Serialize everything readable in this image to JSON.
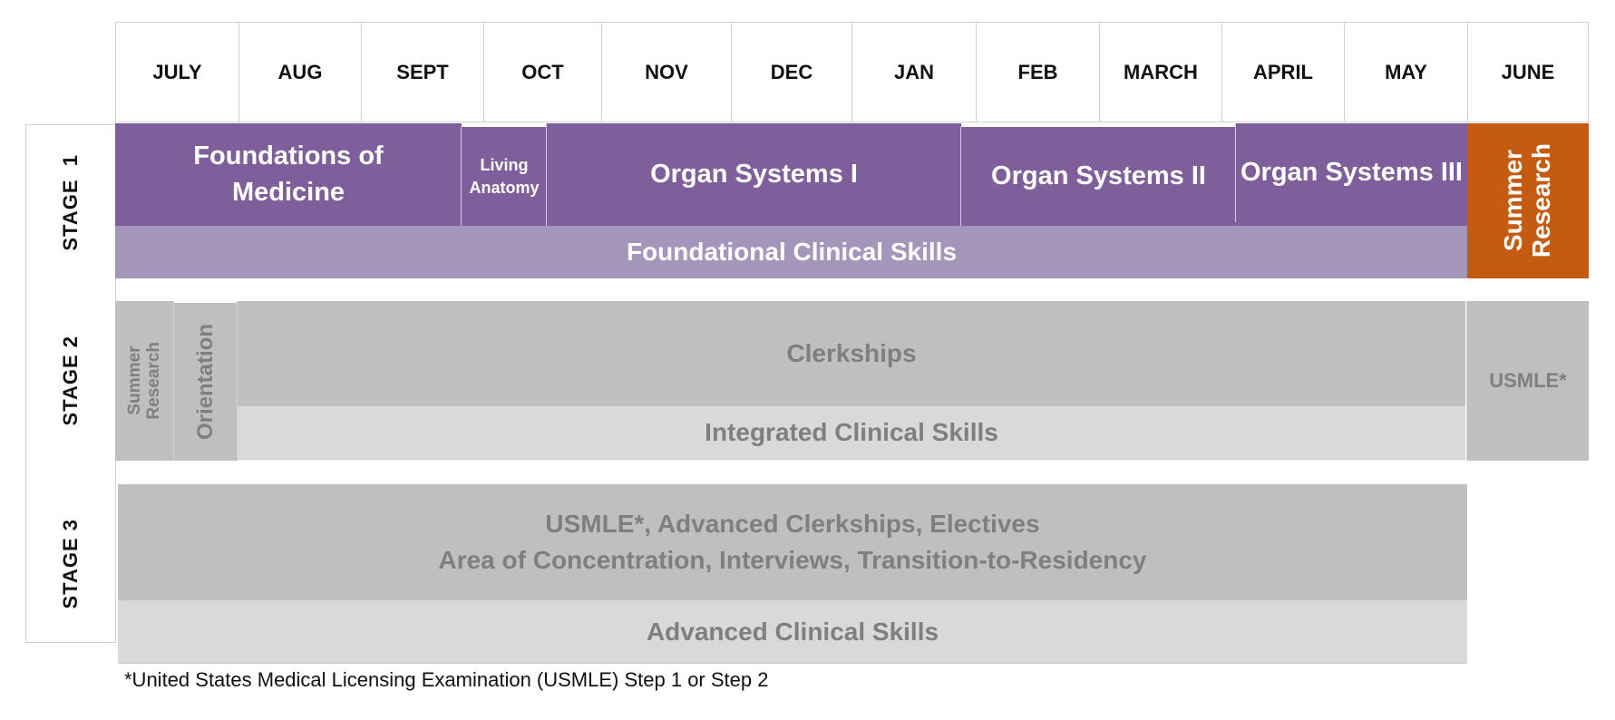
{
  "header": {
    "months": [
      "JULY",
      "AUG",
      "SEPT",
      "OCT",
      "NOV",
      "DEC",
      "JAN",
      "FEB",
      "MARCH",
      "APRIL",
      "MAY",
      "JUNE"
    ]
  },
  "stages": {
    "stage1": {
      "label": "STAGE  1",
      "blocks": {
        "foundations_line1": "Foundations of",
        "foundations_line2": "Medicine",
        "living_anatomy_line1": "Living",
        "living_anatomy_line2": "Anatomy",
        "organ_systems_1": "Organ Systems I",
        "organ_systems_2": "Organ Systems II",
        "organ_systems_3": "Organ Systems III",
        "foundational_clinical_skills": "Foundational Clinical Skills",
        "summer_research_line1": "Summer",
        "summer_research_line2": "Research"
      }
    },
    "stage2": {
      "label": "STAGE 2",
      "blocks": {
        "summer_research_line1": "Summer",
        "summer_research_line2": "Research",
        "orientation": "Orientation",
        "clerkships": "Clerkships",
        "integrated_clinical_skills": "Integrated Clinical Skills",
        "usmle": "USMLE*"
      }
    },
    "stage3": {
      "label": "STAGE 3",
      "blocks": {
        "line1": "USMLE*, Advanced Clerkships, Electives",
        "line2": "Area of Concentration, Interviews, Transition-to-Residency",
        "advanced_clinical_skills": "Advanced Clinical Skills"
      }
    }
  },
  "footnote": "*United States Medical Licensing Examination (USMLE) Step 1 or Step 2",
  "colors": {
    "purple": "#7e5f9b",
    "light_purple": "#a495bb",
    "orange": "#c55a11",
    "gray": "#bfbfbf",
    "light_gray": "#d9d9d9",
    "gray_text": "#7f7f7f"
  }
}
